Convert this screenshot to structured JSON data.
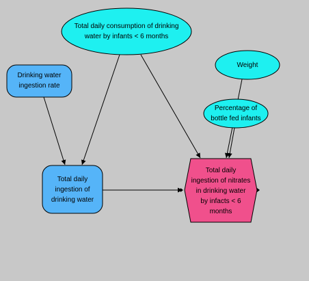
{
  "diagram": {
    "nodes": {
      "consumption_infants": {
        "label": "Total daily consumption of drinking\nwater  by infants < 6 months",
        "shape": "ellipse",
        "fill": "#1ef0f0"
      },
      "weight": {
        "label": "Weight",
        "shape": "ellipse",
        "fill": "#1ef0f0"
      },
      "pct_bottle_fed": {
        "label": "Percentage of\nbottle fed infants",
        "shape": "ellipse",
        "fill": "#1ef0f0"
      },
      "ingestion_rate": {
        "label": "Drinking water\ningestion rate",
        "shape": "rounded-rectangle",
        "fill": "#55b4f8"
      },
      "total_ingestion_water": {
        "label": "Total daily\ningestion of\ndrinking water",
        "shape": "rounded-rectangle",
        "fill": "#55b4f8"
      },
      "total_ingestion_nitrates": {
        "label": "Total daily\ningestion of nitrates\nin drinking water\nby infacts < 6\nmonths",
        "shape": "hexagon",
        "fill": "#f0508c"
      }
    },
    "edges": [
      {
        "from": "consumption_infants",
        "to": "total_ingestion_water"
      },
      {
        "from": "consumption_infants",
        "to": "total_ingestion_nitrates"
      },
      {
        "from": "ingestion_rate",
        "to": "total_ingestion_water"
      },
      {
        "from": "weight",
        "to": "total_ingestion_nitrates"
      },
      {
        "from": "pct_bottle_fed",
        "to": "total_ingestion_nitrates"
      },
      {
        "from": "total_ingestion_water",
        "to": "total_ingestion_nitrates"
      }
    ]
  }
}
